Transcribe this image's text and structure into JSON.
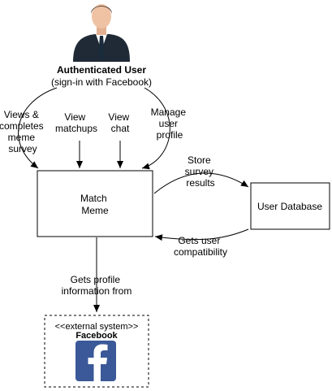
{
  "actor": {
    "name": "Authenticated User",
    "subtitle": "(sign-in with Facebook)"
  },
  "actions": [
    {
      "lines": [
        "Views &",
        "completes",
        "meme",
        "survey"
      ]
    },
    {
      "lines": [
        "View",
        "matchups"
      ]
    },
    {
      "lines": [
        "View",
        "chat"
      ]
    },
    {
      "lines": [
        "Manage",
        "user",
        "profile"
      ]
    }
  ],
  "system": {
    "lines": [
      "Match",
      "Meme"
    ]
  },
  "database": {
    "label": "User Database"
  },
  "flows": {
    "store": [
      "Store",
      "survey",
      "results"
    ],
    "compat": [
      "Gets user",
      "compatibility"
    ],
    "profile": [
      "Gets profile",
      "information from"
    ]
  },
  "external": {
    "stereotype": "<<external system>>",
    "name": "Facebook",
    "brand_color": "#3b5998",
    "icon": "facebook-logo-icon"
  },
  "colors": {
    "suit": "#1f2a36",
    "shirt": "#ffffff",
    "tie": "#1a2b3c",
    "skin": "#efc2a4"
  }
}
